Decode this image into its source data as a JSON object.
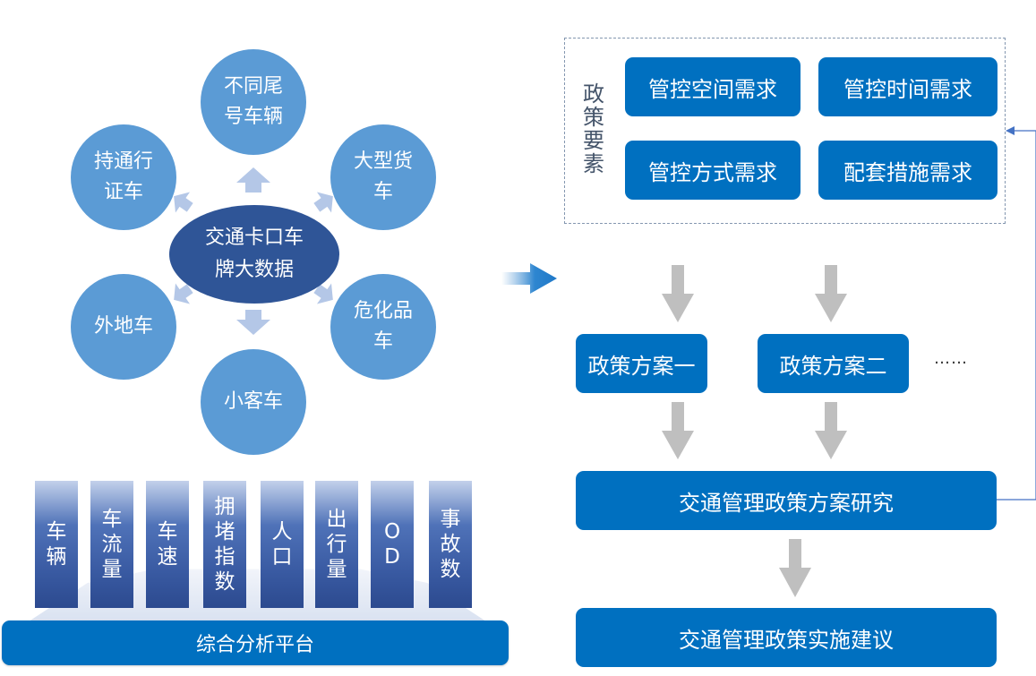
{
  "hub": {
    "center_label": "交通卡口车牌大数据",
    "center_lines": [
      "交通卡口车",
      "牌大数据"
    ],
    "categories": [
      {
        "id": "tail-number",
        "label": "不同尾号车辆"
      },
      {
        "id": "truck",
        "label": "大型货车"
      },
      {
        "id": "hazmat",
        "label": "危化品车"
      },
      {
        "id": "small-car",
        "label": "小客车"
      },
      {
        "id": "nonlocal",
        "label": "外地车"
      },
      {
        "id": "permit",
        "label": "持通行证车"
      }
    ]
  },
  "metrics": {
    "bars": [
      "车辆",
      "车流量",
      "车速",
      "拥堵指数",
      "人口",
      "出行量",
      "OD",
      "事故数"
    ],
    "platform_label": "综合分析平台"
  },
  "policy": {
    "elements_label": "政策要素",
    "requirements": [
      "管控空间需求",
      "管控时间需求",
      "管控方式需求",
      "配套措施需求"
    ],
    "plans": [
      "政策方案一",
      "政策方案二"
    ],
    "plans_more": "……",
    "research_label": "交通管理政策方案研究",
    "recommendation_label": "交通管理政策实施建议"
  },
  "colors": {
    "circle": "#5b9bd5",
    "hub": "#2f5597",
    "box": "#0070c0",
    "arrow_gray": "#bfbfbf",
    "arrow_light": "#b4c7e7",
    "feedback_line": "#4472c4"
  }
}
